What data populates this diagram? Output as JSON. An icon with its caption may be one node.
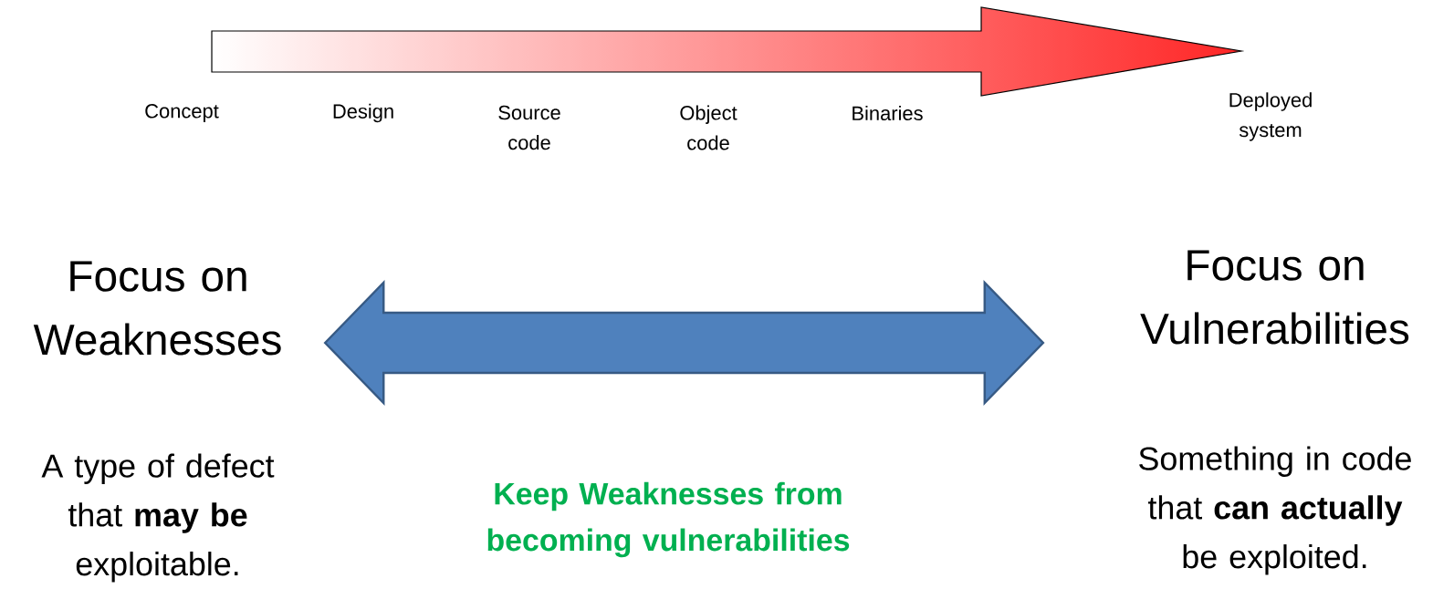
{
  "diagram": {
    "nodes": [
      {
        "text": [
          "Focus on Weaknesses"
        ]
      },
      {
        "text": [
          "Focus on Vulnerabilities"
        ]
      }
    ],
    "edges": [
      {
        "from": 0,
        "to": 1,
        "arrow": "both",
        "style": "thick"
      }
    ],
    "labels": [
      "Concept",
      "Design",
      "Source code",
      "Object code",
      "Binaries",
      "Deployed system",
      "A type of defect that **may be** exploitable.",
      "Keep Weaknesses from becoming vulnerabilities",
      "Something in code that **can actually** be exploited."
    ]
  }
}
